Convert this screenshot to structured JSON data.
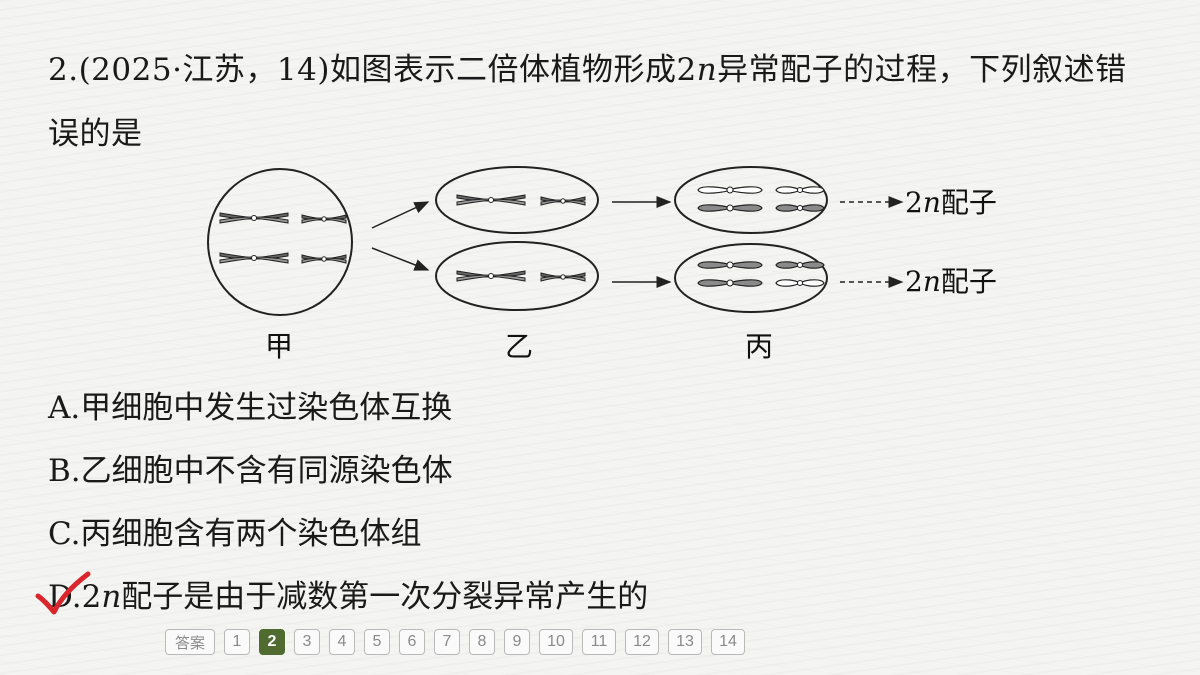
{
  "question": {
    "prefix": "2.(2025·江苏，14)如图表示二倍体植物形成2",
    "italic_n": "n",
    "suffix": "异常配子的过程，下列叙述错误的是"
  },
  "figure": {
    "gamete_number": "2",
    "gamete_italic": "n",
    "gamete_label": "配子",
    "cell_labels": [
      "甲",
      "乙",
      "丙"
    ]
  },
  "options": {
    "a": "A.甲细胞中发生过染色体互换",
    "b": "B.乙细胞中不含有同源染色体",
    "c": "C.丙细胞含有两个染色体组",
    "d_prefix": "D.2",
    "d_italic": "n",
    "d_suffix": "配子是由于减数第一次分裂异常产生的"
  },
  "answer_mark": {
    "selected": "D",
    "color": "#d9262c"
  },
  "nav": {
    "answer_label": "答案",
    "pages": [
      "1",
      "2",
      "3",
      "4",
      "5",
      "6",
      "7",
      "8",
      "9",
      "10",
      "11",
      "12",
      "13",
      "14"
    ],
    "current": "2",
    "active_color": "#4f6b2f"
  }
}
